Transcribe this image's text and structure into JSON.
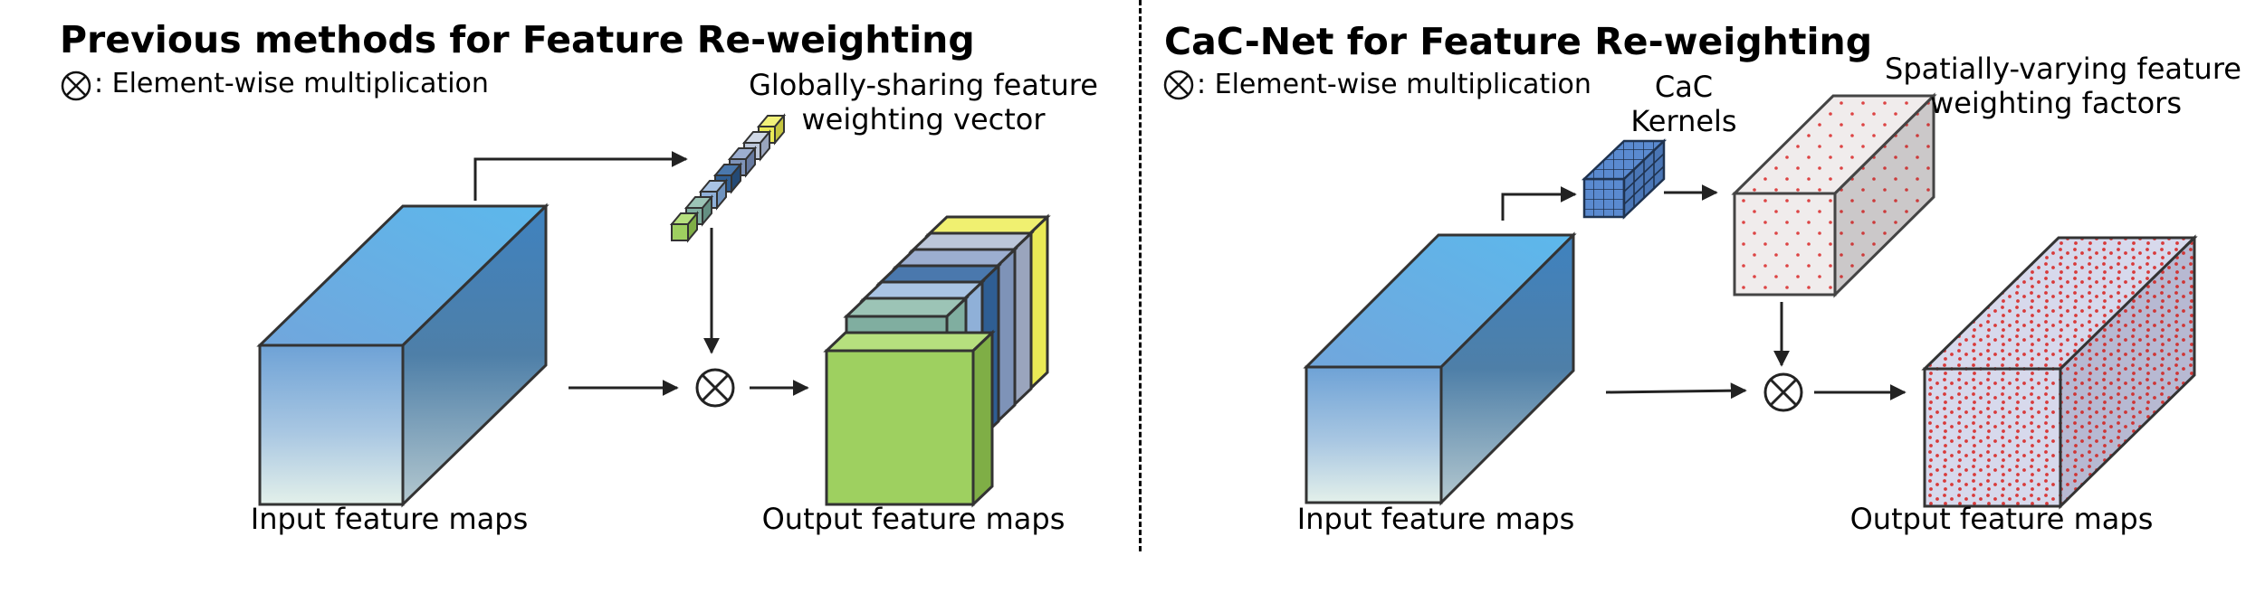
{
  "left_panel": {
    "title": "Previous methods for Feature Re-weighting",
    "legend_text": ": Element-wise multiplication",
    "vector_label_line1": "Globally-sharing feature",
    "vector_label_line2": "weighting vector",
    "input_label": "Input feature maps",
    "output_label": "Output feature maps"
  },
  "right_panel": {
    "title": "CaC-Net for Feature Re-weighting",
    "legend_text": ": Element-wise multiplication",
    "kernels_label_line1": "CaC",
    "kernels_label_line2": "Kernels",
    "factors_label_line1": "Spatially-varying feature",
    "factors_label_line2": "weighting factors",
    "input_label": "Input feature maps",
    "output_label": "Output feature maps"
  },
  "colors": {
    "cube_top": "#63b4e6",
    "cube_front_top": "#6f9fd3",
    "cube_front_bottom": "#e3f0ea",
    "green": "#9ed060",
    "teal": "#80aea0",
    "navy": "#2f5e93",
    "steel": "#7e93b8",
    "pale": "#bcc6d9",
    "yellow": "#eaea56",
    "dot_red": "#dd4444",
    "kernel_blue": "#5a8ad0"
  }
}
